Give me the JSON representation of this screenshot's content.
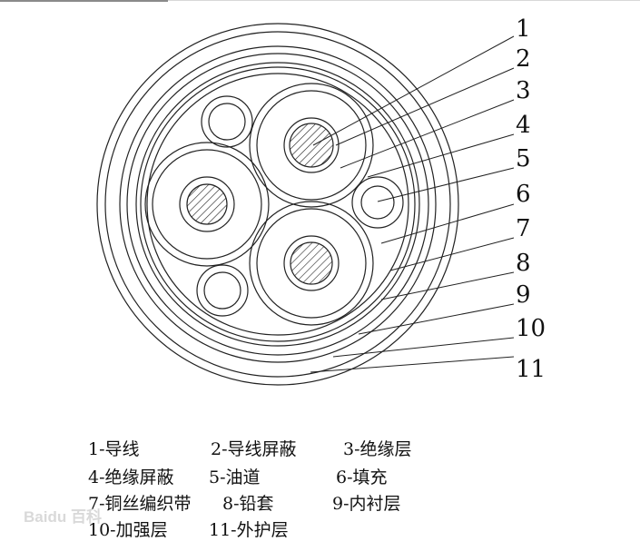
{
  "callouts": [
    "1",
    "2",
    "3",
    "4",
    "5",
    "6",
    "7",
    "8",
    "9",
    "10",
    "11"
  ],
  "legend": [
    "1-导线",
    "2-导线屏蔽",
    "3-绝缘层",
    "4-绝缘屏蔽",
    "5-油道",
    "6-填充",
    "7-铜丝编织带",
    "8-铅套",
    "9-内衬层",
    "10-加强层",
    "11-外护层"
  ],
  "watermark": "Baidu 百科"
}
